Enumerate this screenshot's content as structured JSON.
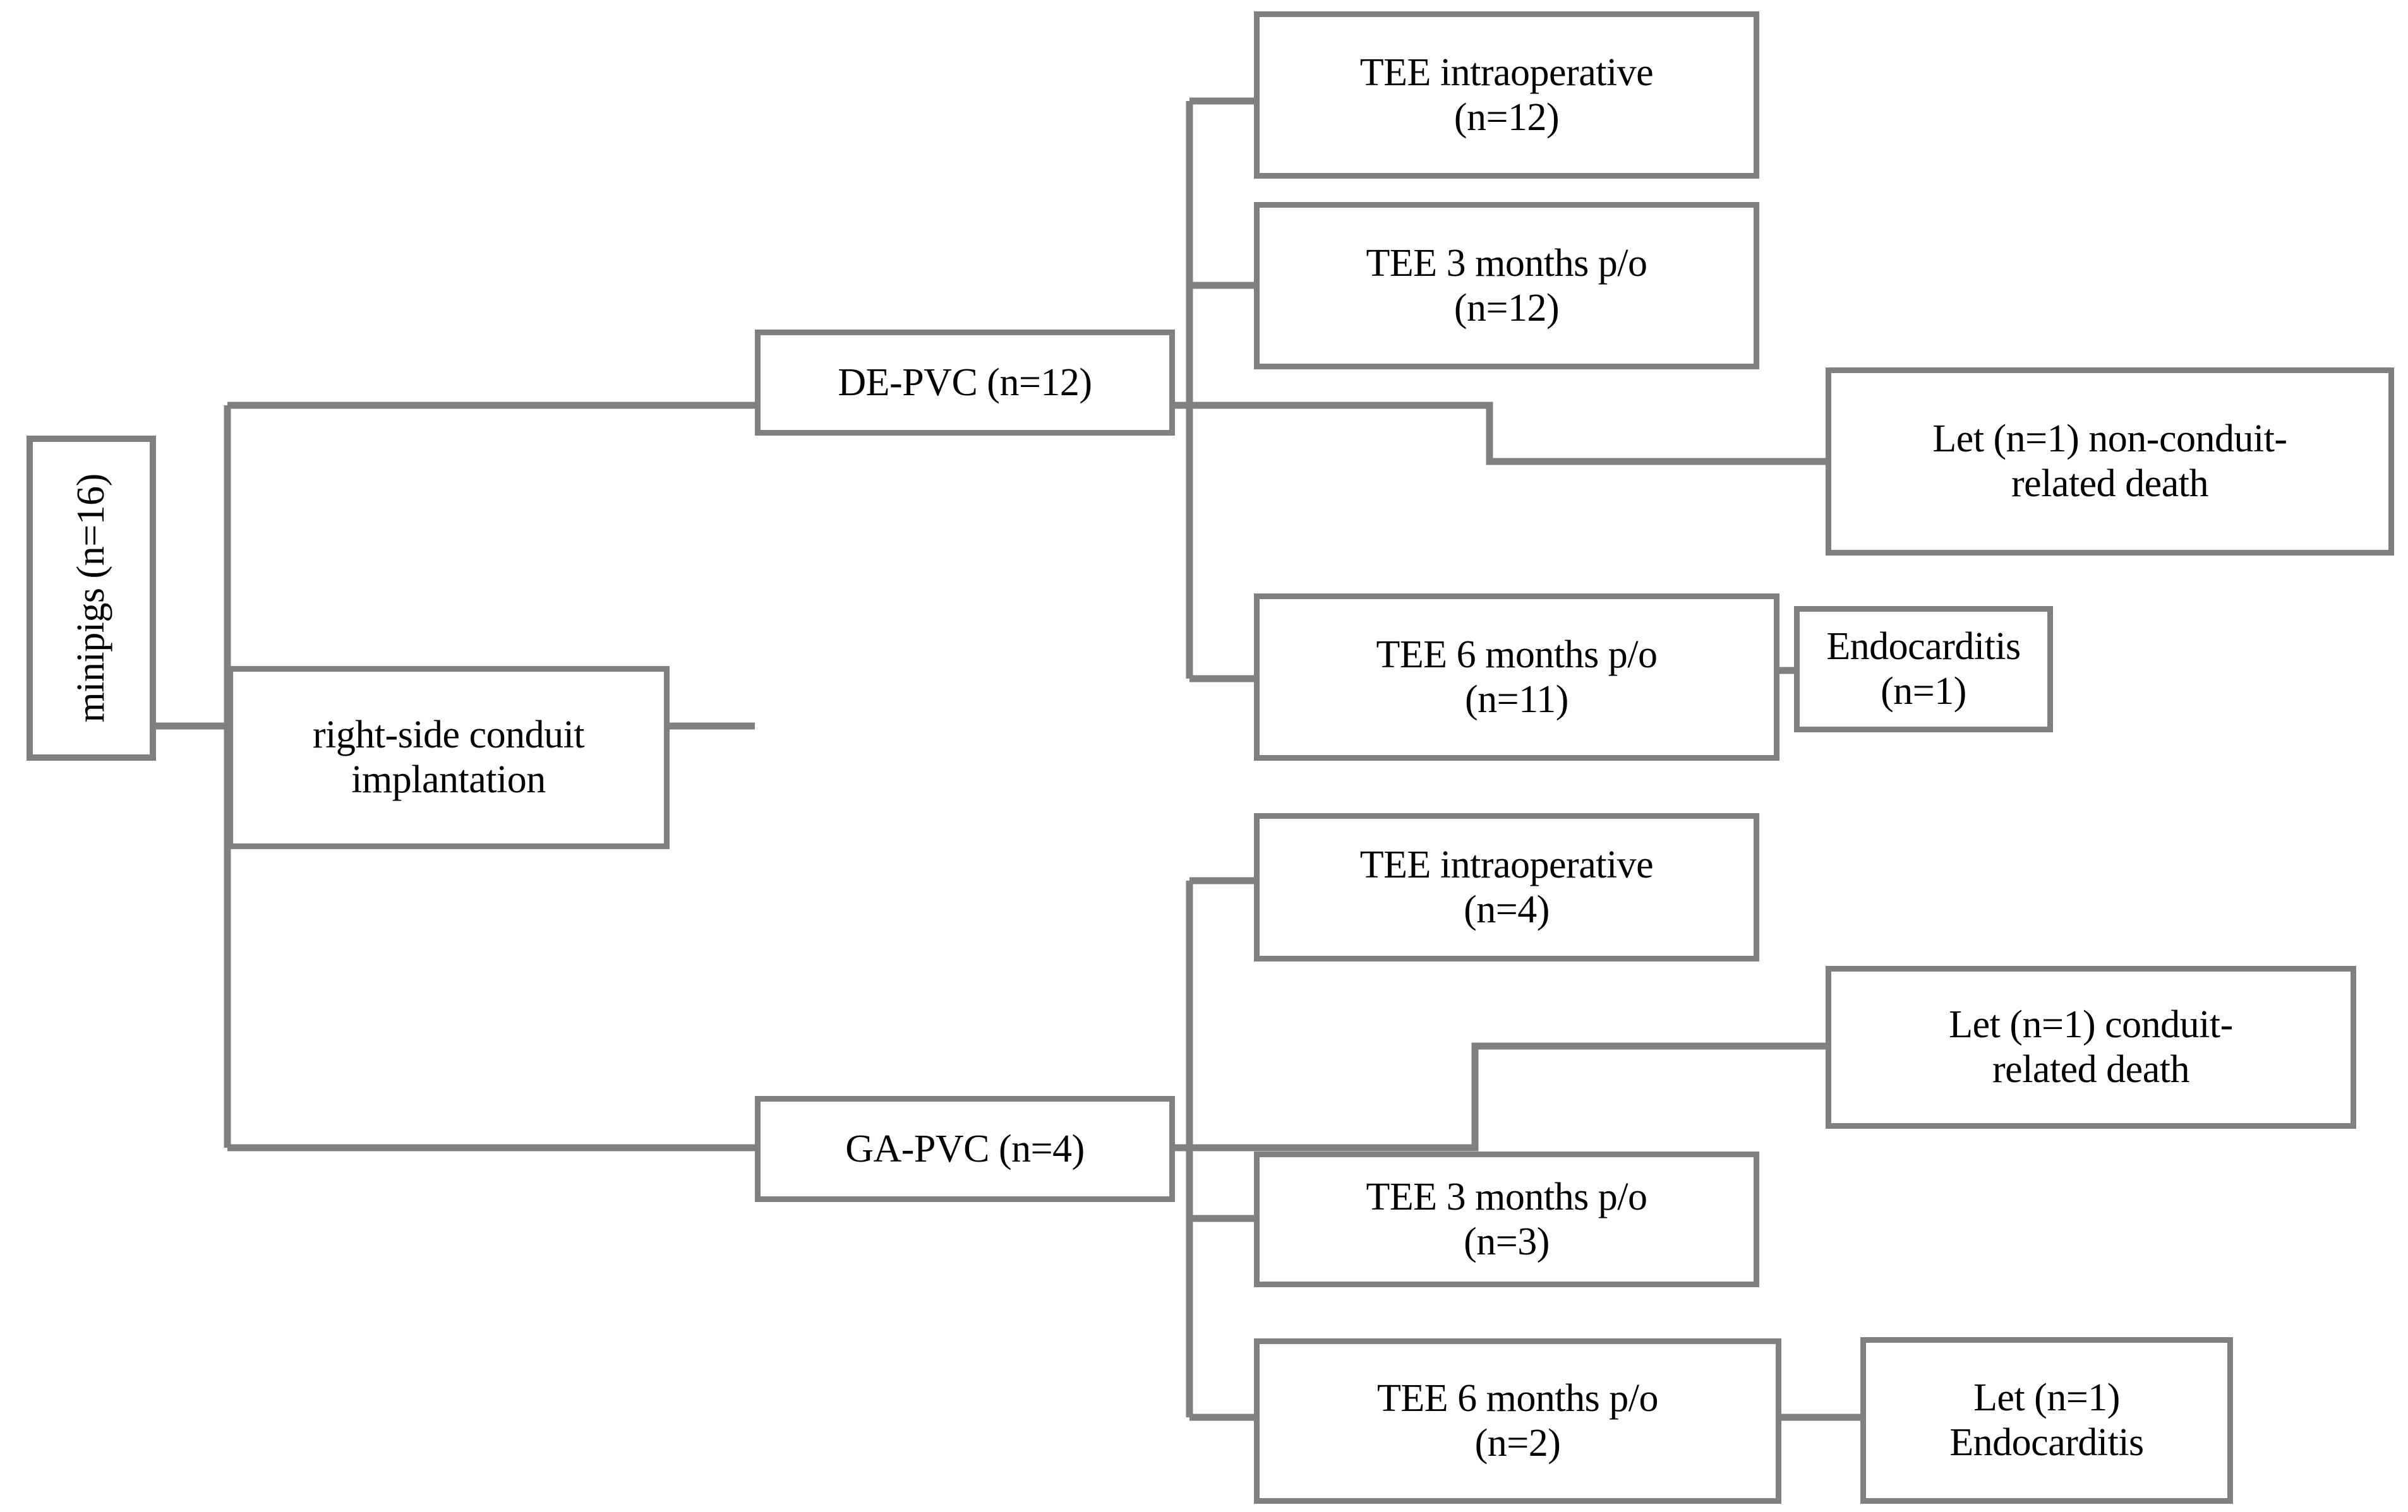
{
  "diagram": {
    "title": "Study flow of conduit implantation in minipigs",
    "type": "flowchart",
    "background_color": "#ffffff",
    "border_color": "#808080",
    "text_color": "#000000"
  },
  "nodes": {
    "root": {
      "label": "minipigs (n=16)"
    },
    "implantation": {
      "label": "right-side conduit\nimplantation"
    },
    "de_pvc": {
      "label": "DE-PVC (n=12)"
    },
    "ga_pvc": {
      "label": "GA-PVC (n=4)"
    },
    "de_tee_intraop": {
      "label": "TEE  intraoperative\n(n=12)"
    },
    "de_tee_3m": {
      "label": "TEE 3 months p/o\n(n=12)"
    },
    "de_let_noncond": {
      "label": "Let (n=1) non-conduit-\nrelated death"
    },
    "de_tee_6m": {
      "label": "TEE 6 months p/o\n(n=11)"
    },
    "de_endocarditis": {
      "label": "Endocarditis (n=1)"
    },
    "ga_tee_intraop": {
      "label": "TEE  intraoperative\n(n=4)"
    },
    "ga_let_cond": {
      "label": "Let (n=1) conduit-\nrelated death"
    },
    "ga_tee_3m": {
      "label": "TEE 3 months p/o\n(n=3)"
    },
    "ga_tee_6m": {
      "label": "TEE 6 months p/o\n(n=2)"
    },
    "ga_let_endo": {
      "label": "Let (n=1)\nEndocarditis"
    }
  },
  "chart_data": {
    "type": "flowchart",
    "title": "Study flow of conduit implantation in minipigs",
    "nodes": [
      {
        "id": "root",
        "label": "minipigs (n=16)",
        "n": 16
      },
      {
        "id": "implantation",
        "label": "right-side conduit implantation"
      },
      {
        "id": "de_pvc",
        "label": "DE-PVC (n=12)",
        "n": 12
      },
      {
        "id": "ga_pvc",
        "label": "GA-PVC (n=4)",
        "n": 4
      },
      {
        "id": "de_tee_intraop",
        "label": "TEE intraoperative (n=12)",
        "n": 12
      },
      {
        "id": "de_tee_3m",
        "label": "TEE 3 months p/o (n=12)",
        "n": 12
      },
      {
        "id": "de_let_noncond",
        "label": "Let (n=1) non-conduit-related death",
        "n": 1
      },
      {
        "id": "de_tee_6m",
        "label": "TEE 6 months p/o (n=11)",
        "n": 11
      },
      {
        "id": "de_endocarditis",
        "label": "Endocarditis (n=1)",
        "n": 1
      },
      {
        "id": "ga_tee_intraop",
        "label": "TEE intraoperative (n=4)",
        "n": 4
      },
      {
        "id": "ga_let_cond",
        "label": "Let (n=1) conduit-related death",
        "n": 1
      },
      {
        "id": "ga_tee_3m",
        "label": "TEE 3 months p/o (n=3)",
        "n": 3
      },
      {
        "id": "ga_tee_6m",
        "label": "TEE 6 months p/o (n=2)",
        "n": 2
      },
      {
        "id": "ga_let_endo",
        "label": "Let (n=1) Endocarditis",
        "n": 1
      }
    ],
    "edges": [
      {
        "from": "root",
        "to": "implantation"
      },
      {
        "from": "implantation",
        "to": "de_pvc"
      },
      {
        "from": "implantation",
        "to": "ga_pvc"
      },
      {
        "from": "de_pvc",
        "to": "de_tee_intraop"
      },
      {
        "from": "de_pvc",
        "to": "de_tee_3m"
      },
      {
        "from": "de_pvc",
        "to": "de_let_noncond"
      },
      {
        "from": "de_pvc",
        "to": "de_tee_6m"
      },
      {
        "from": "de_tee_6m",
        "to": "de_endocarditis"
      },
      {
        "from": "ga_pvc",
        "to": "ga_tee_intraop"
      },
      {
        "from": "ga_pvc",
        "to": "ga_let_cond"
      },
      {
        "from": "ga_pvc",
        "to": "ga_tee_3m"
      },
      {
        "from": "ga_pvc",
        "to": "ga_tee_6m"
      },
      {
        "from": "ga_tee_6m",
        "to": "ga_let_endo"
      }
    ]
  }
}
